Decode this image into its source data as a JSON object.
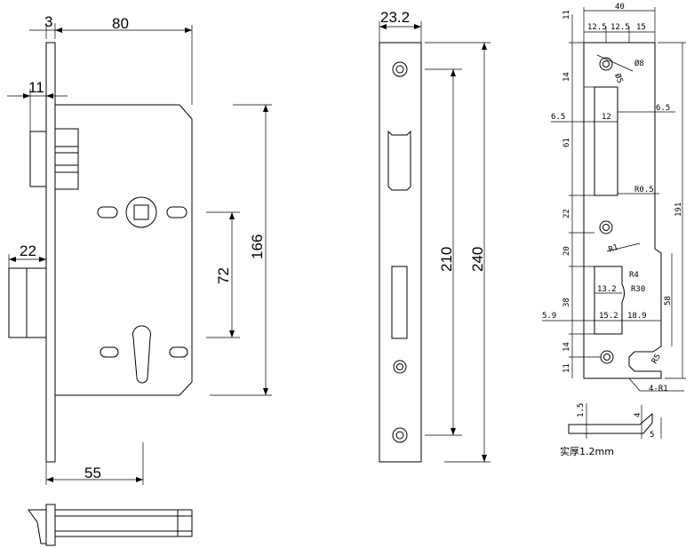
{
  "lock_body": {
    "dims": {
      "faceplate_thickness": "3",
      "body_width": "80",
      "faceplate_offset": "11",
      "latch_projection": "22",
      "backset": "55",
      "center_distance": "72",
      "body_height": "166"
    }
  },
  "faceplate": {
    "dims": {
      "width": "23.2",
      "hole_spacing": "210",
      "length": "240"
    }
  },
  "strike_plate": {
    "dims": {
      "top_width": "40",
      "seg_a": "12.5",
      "seg_b": "12.5",
      "seg_c": "15",
      "top_margin": "11",
      "hole_dia": "Ø8",
      "hole_dia2": "Ø5",
      "row_14a": "14",
      "row_61": "61",
      "row_22": "22",
      "row_20": "20",
      "row_38": "38",
      "row_14b": "14",
      "row_11b": "11",
      "total_height": "191",
      "offset_left": "6.5",
      "slot_width": "12",
      "offset_right": "6.5",
      "radius_05": "R0.5",
      "radius_1": "R1",
      "radius_4": "R4",
      "radius_30": "R30",
      "w_132": "13.2",
      "w_59": "5.9",
      "w_152": "15.2",
      "w_189": "18.9",
      "h_58": "58",
      "radius_5": "R5",
      "radius_4r1": "4-R1",
      "bend_15": "1.5",
      "bend_4": "4",
      "bend_5": "5"
    },
    "note": "实厚1.2mm"
  }
}
